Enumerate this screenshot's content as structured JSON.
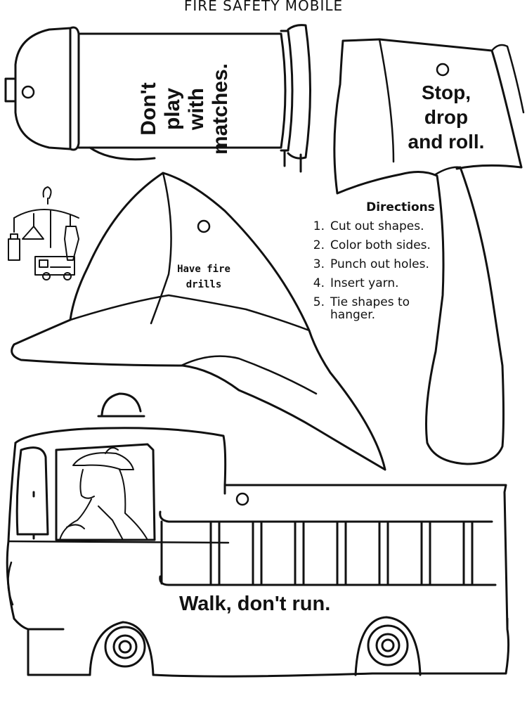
{
  "title": "FIRE SAFETY MOBILE",
  "hydrant": {
    "lines": [
      "Don't",
      "play",
      "with",
      "matches."
    ]
  },
  "axe": {
    "lines": [
      "Stop,",
      "drop",
      "and roll."
    ]
  },
  "helmet": {
    "lines": [
      "Have fire",
      "drills"
    ]
  },
  "directions": {
    "title": "Directions",
    "steps": [
      {
        "num": "1.",
        "text": "Cut out shapes."
      },
      {
        "num": "2.",
        "text": "Color both sides."
      },
      {
        "num": "3.",
        "text": "Punch out holes."
      },
      {
        "num": "4.",
        "text": "Insert yarn."
      },
      {
        "num": "5.",
        "text": "Tie shapes to"
      }
    ],
    "continuation": "hanger."
  },
  "truck": {
    "slogan": "Walk, don't run."
  },
  "colors": {
    "ink": "#111111",
    "paper": "#ffffff"
  }
}
